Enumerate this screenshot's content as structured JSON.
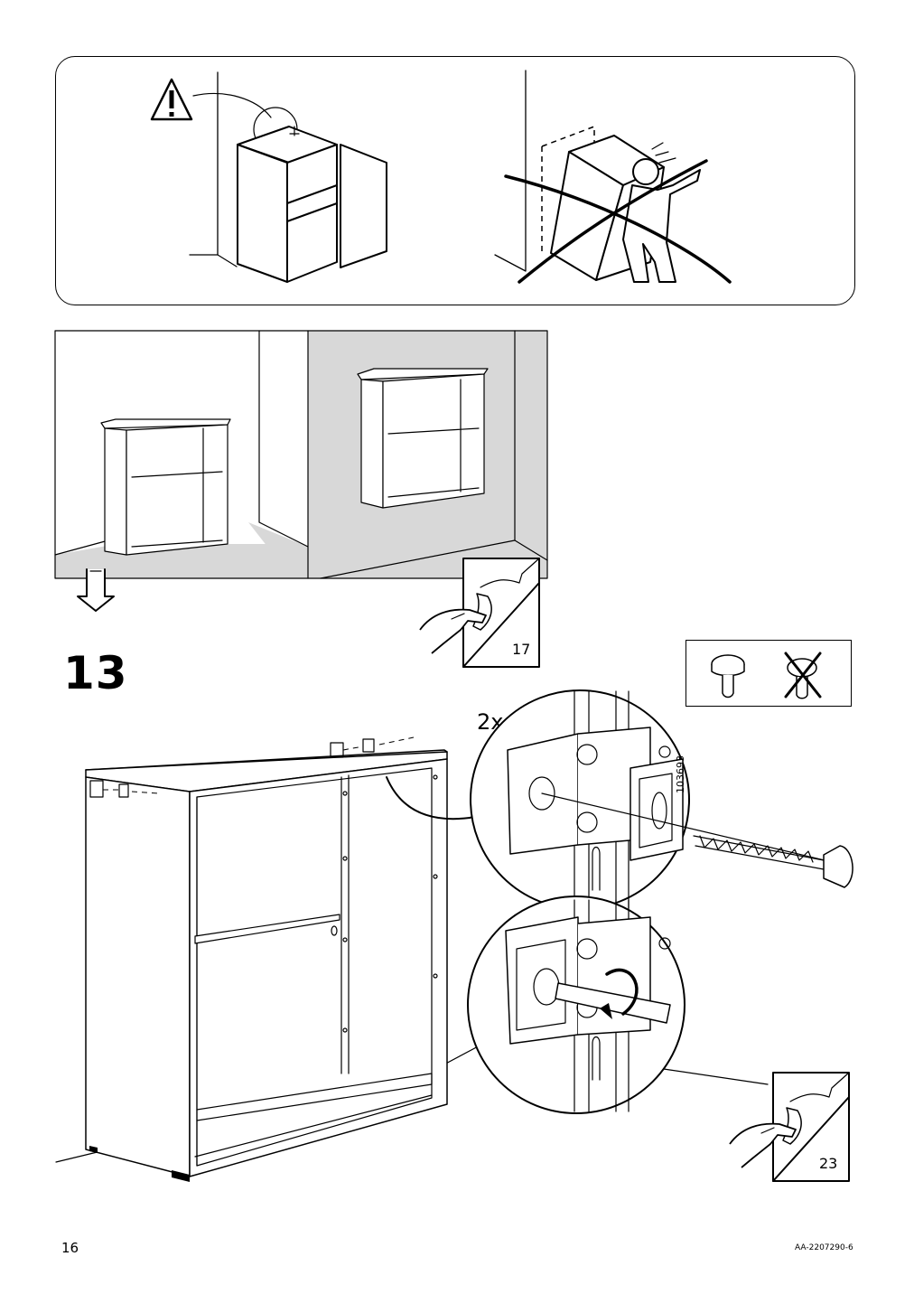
{
  "step": {
    "number": "13",
    "quantity": "2x"
  },
  "warning": {
    "icon": "warning-triangle-icon"
  },
  "placement_views": [
    "floor-standing-cabinet",
    "wall-mounted-cabinet"
  ],
  "screw_hint": {
    "correct_icon": "pan-head-screw-icon",
    "wrong_icon": "crossed-out-screw-icon"
  },
  "fitting": {
    "part_code": "103693"
  },
  "page_refs": {
    "first": "17",
    "second": "23"
  },
  "footer": {
    "page_number": "16",
    "doc_code": "AA-2207290-6"
  }
}
